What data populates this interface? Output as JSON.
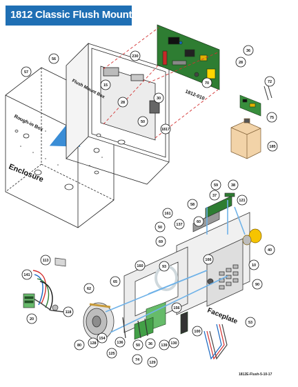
{
  "title": "1812 Classic Flush Mount",
  "labels": {
    "enclosure": "Enclosure",
    "rough_in_box": "Rough-in Box",
    "flush_mount_box": "Flush Mount Box",
    "board": "1812-010",
    "faceplate": "Faceplate",
    "footer": "1812E-Flush-5-10-17"
  },
  "callouts": {
    "c57": "57",
    "c56": "56",
    "c230": "230",
    "c15": "15",
    "c28a": "28",
    "c28b": "28",
    "c30": "30",
    "c50a": "50",
    "c1817": "1817",
    "c36a": "36",
    "c70": "70",
    "c72": "72",
    "c75": "75",
    "c185": "185",
    "c59": "59",
    "c38": "38",
    "c121": "121",
    "c37": "37",
    "c58": "58",
    "c161": "161",
    "c60": "60",
    "c50b": "50",
    "c137": "137",
    "c69": "69",
    "c40": "40",
    "c113": "113",
    "c141": "141",
    "c166": "166",
    "c160": "160",
    "c93": "93",
    "c10": "10",
    "c65": "65",
    "c62": "62",
    "c90": "90",
    "c156": "156",
    "c128": "128",
    "c154": "154",
    "c20": "20",
    "c118": "118",
    "c80": "80",
    "c136": "136",
    "c125": "125",
    "c50c": "50",
    "c36b": "36",
    "c139": "139",
    "c130": "130",
    "c74": "74",
    "c129": "129",
    "c100": "100",
    "c53": "53"
  }
}
